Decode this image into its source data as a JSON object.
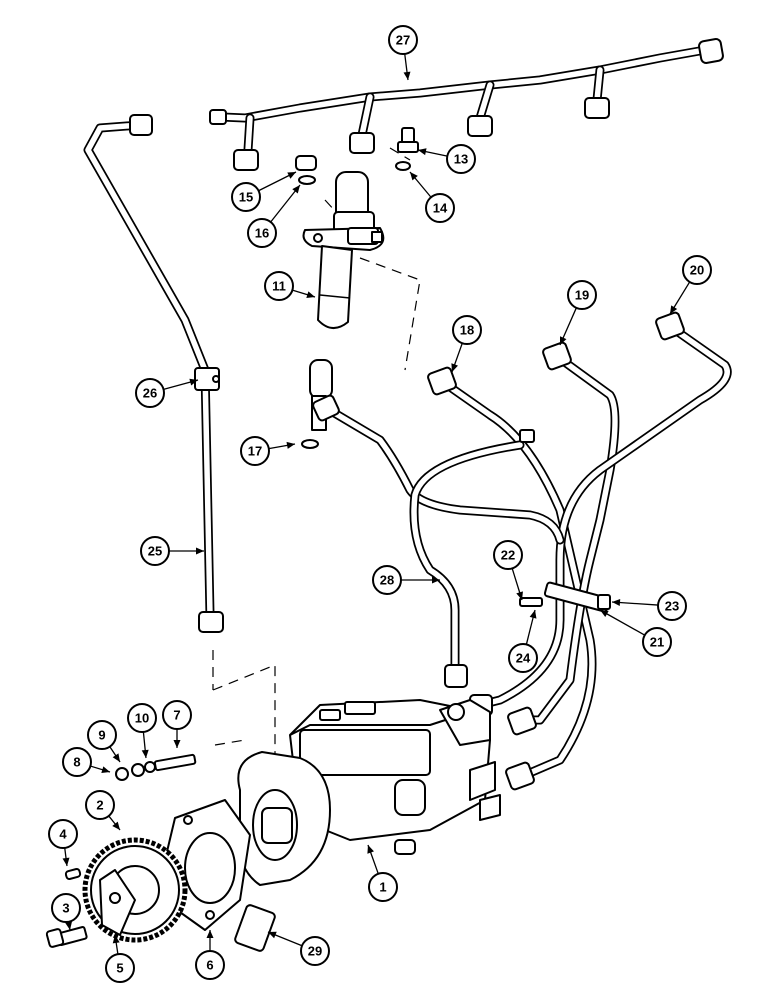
{
  "callouts": [
    {
      "id": "1",
      "label": "1"
    },
    {
      "id": "2",
      "label": "2"
    },
    {
      "id": "3",
      "label": "3"
    },
    {
      "id": "4",
      "label": "4"
    },
    {
      "id": "5",
      "label": "5"
    },
    {
      "id": "6",
      "label": "6"
    },
    {
      "id": "7",
      "label": "7"
    },
    {
      "id": "8",
      "label": "8"
    },
    {
      "id": "9",
      "label": "9"
    },
    {
      "id": "10",
      "label": "10"
    },
    {
      "id": "11",
      "label": "11"
    },
    {
      "id": "13",
      "label": "13"
    },
    {
      "id": "14",
      "label": "14"
    },
    {
      "id": "15",
      "label": "15"
    },
    {
      "id": "16",
      "label": "16"
    },
    {
      "id": "17",
      "label": "17"
    },
    {
      "id": "18",
      "label": "18"
    },
    {
      "id": "19",
      "label": "19"
    },
    {
      "id": "20",
      "label": "20"
    },
    {
      "id": "21",
      "label": "21"
    },
    {
      "id": "22",
      "label": "22"
    },
    {
      "id": "23",
      "label": "23"
    },
    {
      "id": "24",
      "label": "24"
    },
    {
      "id": "25",
      "label": "25"
    },
    {
      "id": "26",
      "label": "26"
    },
    {
      "id": "27",
      "label": "27"
    },
    {
      "id": "28",
      "label": "28"
    },
    {
      "id": "29",
      "label": "29"
    }
  ]
}
